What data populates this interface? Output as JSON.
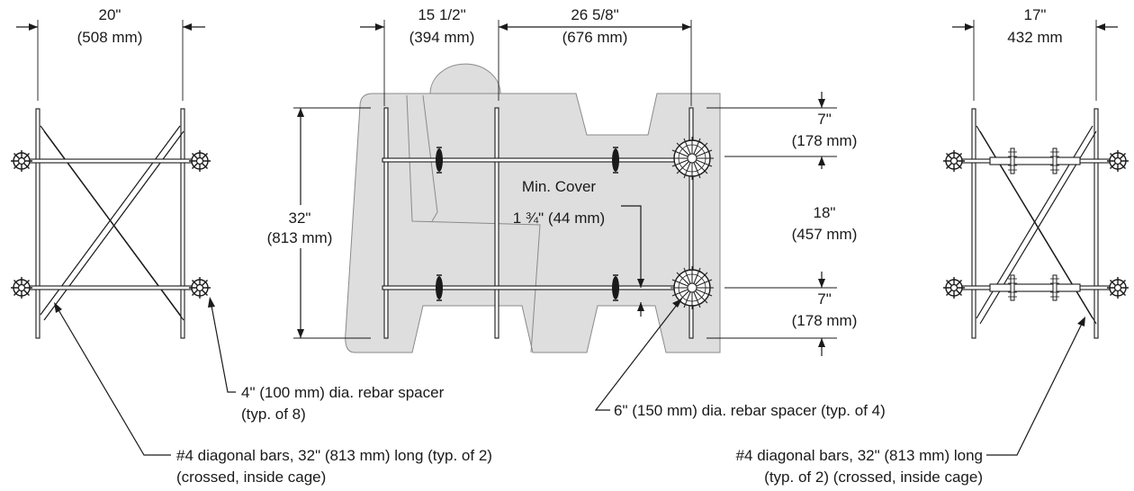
{
  "dimensions": {
    "left_width": "20\"",
    "left_width_mm": "(508 mm)",
    "top_a": "15 1/2\"",
    "top_a_mm": "(394 mm)",
    "top_b": "26 5/8\"",
    "top_b_mm": "(676 mm)",
    "right_width": "17\"",
    "right_width_mm": "432 mm",
    "height": "32\"",
    "height_mm": "(813 mm)",
    "cover_top": "7\"",
    "cover_top_mm": "(178 mm)",
    "spacing": "18\"",
    "spacing_mm": "(457 mm)",
    "cover_bottom": "7\"",
    "cover_bottom_mm": "(178 mm)",
    "min_cover_title": "Min. Cover",
    "min_cover_value": "1 ¾\" (44 mm)"
  },
  "callouts": {
    "small_spacer_line1": "4\" (100 mm) dia. rebar spacer",
    "small_spacer_line2": "(typ. of 8)",
    "large_spacer": "6\" (150 mm) dia. rebar spacer (typ. of 4)",
    "diag_left_line1": "#4 diagonal bars, 32\" (813 mm) long (typ. of 2)",
    "diag_left_line2": "(crossed, inside cage)",
    "diag_right_line1": "#4 diagonal bars, 32\" (813 mm) long",
    "diag_right_line2": "(typ. of 2) (crossed, inside cage)"
  }
}
